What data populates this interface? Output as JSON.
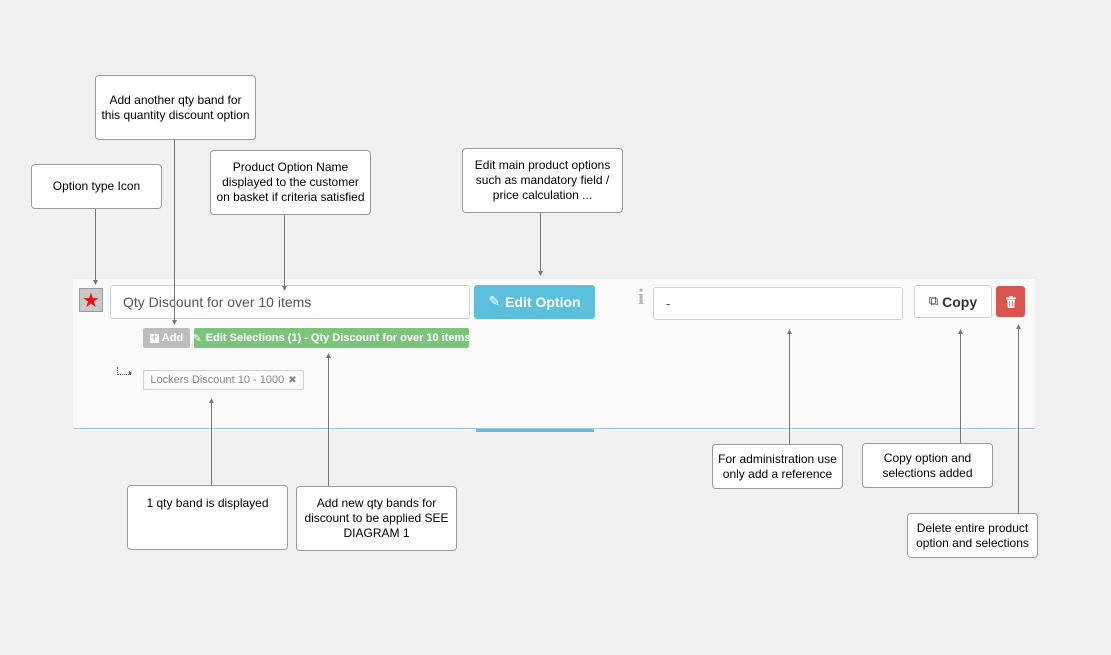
{
  "callouts": {
    "add_band": "Add another qty band for this quantity discount option",
    "option_type_icon": "Option type Icon",
    "option_name": "Product Option Name displayed to the customer on basket if criteria satisfied",
    "edit_main": "Edit main product options such as mandatory field / price calculation ...",
    "band_displayed": "1 qty band is displayed",
    "new_bands": "Add new qty bands for discount to be applied SEE DIAGRAM 1",
    "admin_reference": "For administration use only add a reference",
    "copy_option": "Copy option and selections added",
    "delete_option": "Delete entire product option and selections"
  },
  "option_row": {
    "name_value": "Qty Discount for over 10 items",
    "edit_option_label": "Edit Option",
    "reference_value": "-",
    "copy_label": "Copy",
    "add_label": "Add",
    "edit_selections_label": "Edit Selections (1) - Qty Discount for over 10 items",
    "band_tag_label": "Lockers Discount 10 - 1000"
  },
  "colors": {
    "info_blue": "#5bc0de",
    "success_green": "#7cc47c",
    "danger_red": "#d9534f",
    "star_red": "#ee1111"
  },
  "icons": [
    "star-icon",
    "pencil-icon",
    "info-icon",
    "copy-icon",
    "trash-icon",
    "plus-square-icon",
    "close-icon"
  ]
}
